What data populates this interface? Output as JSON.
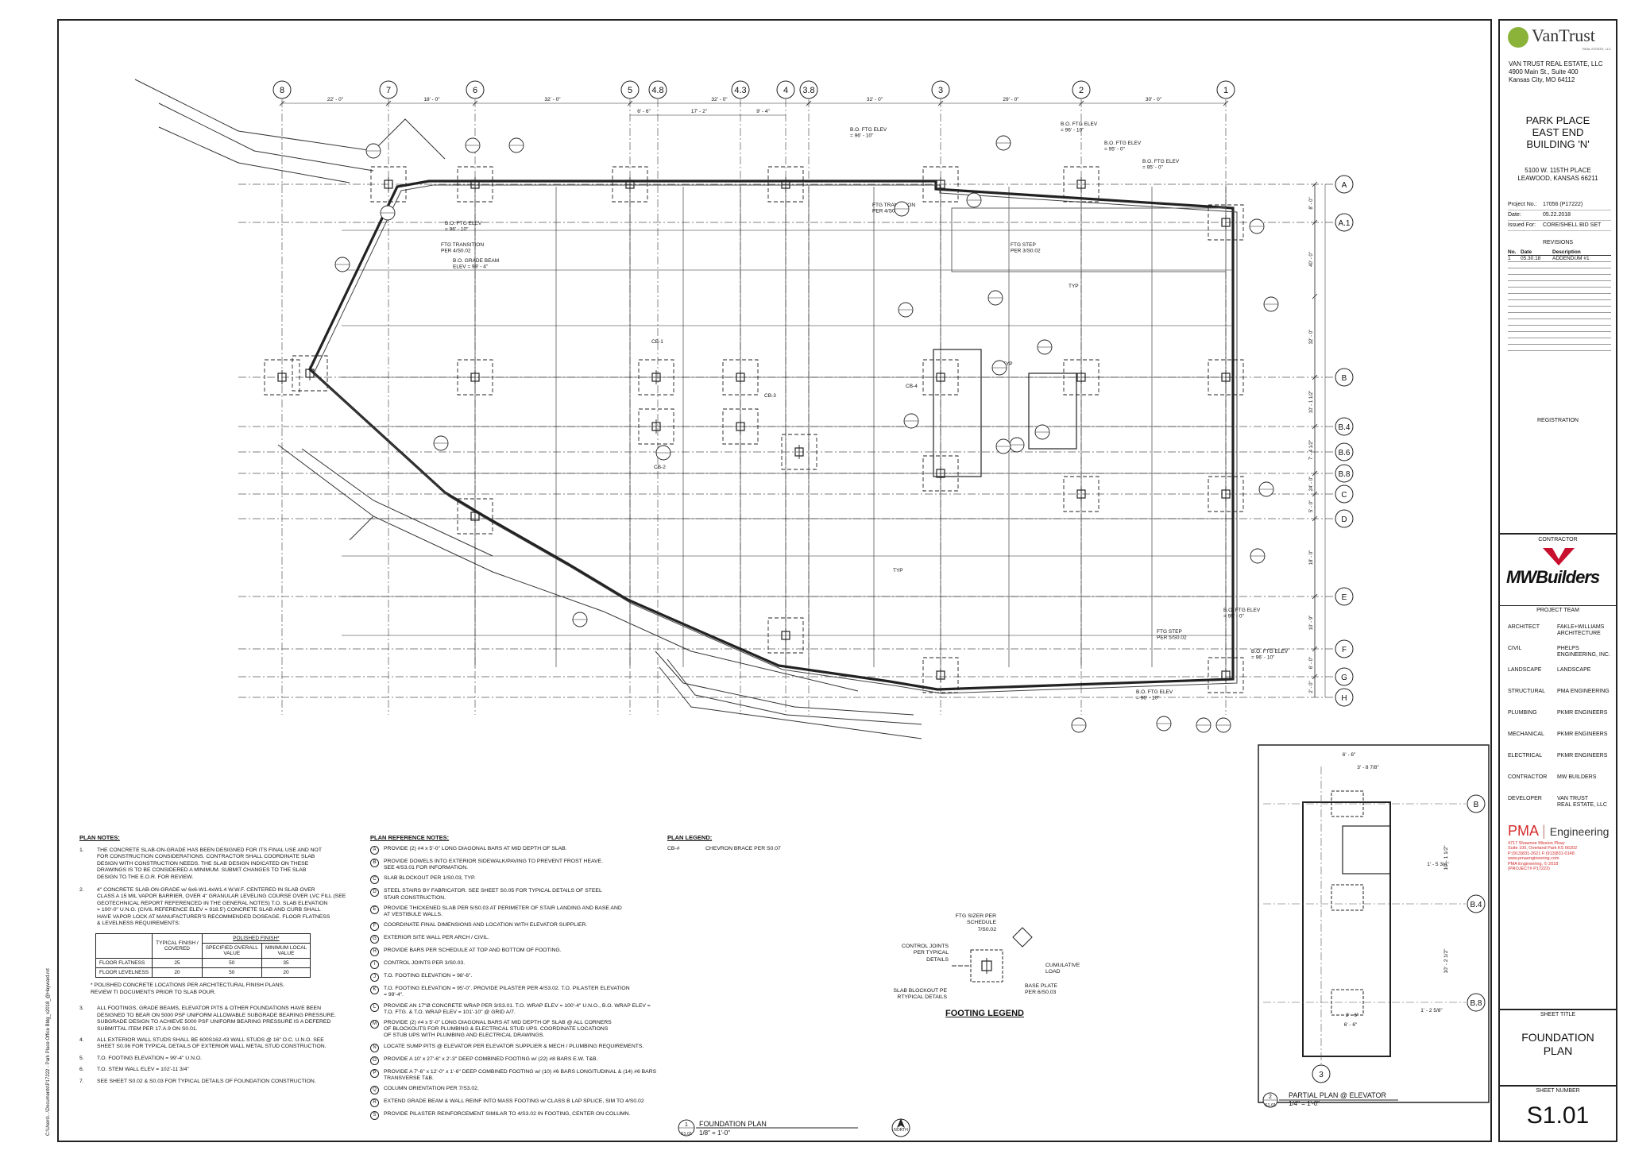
{
  "grid_columns": [
    "8",
    "7",
    "6",
    "5",
    "4.8",
    "4.3",
    "4",
    "3.8",
    "3",
    "2",
    "1"
  ],
  "grid_rows": [
    "A",
    "A.1",
    "B",
    "B.4",
    "B.6",
    "B.8",
    "C",
    "D",
    "E",
    "F",
    "G",
    "H"
  ],
  "dims_top": [
    "22' - 0\"",
    "18' - 0\"",
    "32' - 0\"",
    "32' - 0\"",
    "32' - 0\"",
    "29' - 0\"",
    "30' - 0\""
  ],
  "dims_sub": [
    "6' - 6\"",
    "17' - 2\"",
    "9' - 4\""
  ],
  "dims_right": [
    "8' - 0\"",
    "40' - 0\"",
    "32' - 0\"",
    "10' - 1 1/2\"",
    "7' - 4 1/2\"",
    "24' - 0\"",
    "5' - 0\"",
    "18' - 0\"",
    "10' - 9\"",
    "6' - 0\"",
    "2' - 0\""
  ],
  "plan_callouts": [
    "B.O. FTG ELEV\n= 96' - 10\"",
    "B.O. FTG ELEV\n= 96' - 10\"",
    "B.O. FTG ELEV\n= 95' - 0\"",
    "B.O. FTG ELEV\n= 95' - 0\"",
    "FTG TRANSITION\nPER 4/S0.02",
    "FTG TRANSITION\nPER 4/S0.02",
    "B.O. FTG ELEV\n= 96' - 10\"",
    "B.O. GRADE BEAM\nELEV = 99' - 4\"",
    "FTG STEP\nPER 3/S0.02",
    "FTG STEP\nPER 5/S0.02",
    "B.O. FTG ELEV\n= 95' - 0\"",
    "B.O. FTG ELEV\n= 96' - 10\"",
    "B.O. FTG ELEV\n= 96' - 10\"",
    "TYP",
    "TYP",
    "TYP",
    "CB-1",
    "CB-2",
    "CB-3",
    "CB-4"
  ],
  "plan_notes": {
    "heading": "PLAN NOTES:",
    "items": [
      {
        "num": "1.",
        "text": "THE CONCRETE SLAB-ON-GRADE HAS BEEN DESIGNED FOR ITS FINAL USE AND NOT\nFOR CONSTRUCTION CONSIDERATIONS.  CONTRACTOR SHALL COORDINATE SLAB\nDESIGN WITH CONSTRUCTION NEEDS.  THE SLAB DESIGN INDICATED ON THESE\nDRAWINGS IS TO BE CONSIDERED A MINIMUM.  SUBMIT CHANGES TO THE SLAB\nDESIGN TO THE E.O.R. FOR REVIEW."
      },
      {
        "num": "2.",
        "text": "4\" CONCRETE SLAB-ON-GRADE w/ 6x6-W1.4xW1.4 W.W.F. CENTERED IN SLAB OVER\nCLASS A 15 MIL VAPOR BARRIER, OVER 4\" GRANULAR LEVELING COURSE OVER LVC FILL (SEE\nGEOTECHNICAL REPORT REFERENCED IN THE GENERAL NOTES) T.O. SLAB ELEVATION\n= 100'-0\" U.N.O.  (CIVIL REFERENCE ELEV = 918.5')  CONCRETE SLAB AND CURB SHALL\nHAVE VAPOR LOCK AT MANUFACTURER'S RECOMMENDED DOSEAGE.  FLOOR FLATNESS\n& LEVELNESS REQUIREMENTS:"
      },
      {
        "num": "3.",
        "text": "ALL FOOTINGS, GRADE BEAMS, ELEVATOR PITS & OTHER FOUNDATIONS HAVE BEEN\nDESIGNED TO BEAR ON 5000 PSF UNIFORM ALLOWABLE SUBGRADE BEARING PRESSURE.\nSUBGRADE DESIGN TO ACHIEVE 5000 PSF UNIFORM BEARING PRESSURE IS A DEFERED\nSUBMITTAL ITEM PER 17.A.9 ON S0.01."
      },
      {
        "num": "4.",
        "text": "ALL EXTERIOR WALL STUDS SHALL BE 600S162-43 WALL STUDS @ 16\" O.C. U.N.O.  SEE\nSHEET S0.06 FOR TYPICAL DETAILS OF EXTERIOR WALL METAL STUD CONSTRUCTION."
      },
      {
        "num": "5.",
        "text": "T.O. FOOTING ELEVATION = 99'-4\" U.N.O."
      },
      {
        "num": "6.",
        "text": "T.O. STEM WALL ELEV = 102'-11 3/4\""
      },
      {
        "num": "7.",
        "text": "SEE SHEET S0.02 & S0.03 FOR TYPICAL DETAILS OF FOUNDATION CONSTRUCTION."
      }
    ],
    "footnote": "*      POLISHED CONCRETE LOCATIONS PER ARCHITECTURAL FINISH PLANS.\n        REVIEW TI DOCUMENTS PRIOR TO SLAB POUR.",
    "table": {
      "h1": "TYPICAL FINISH /\nCOVERED",
      "h2": "POLISHED FINISH*",
      "h2a": "SPECIFIED OVERALL\nVALUE",
      "h2b": "MINIMUM LOCAL\nVALUE",
      "rows": [
        {
          "label": "FLOOR FLATNESS",
          "a": "25",
          "b": "50",
          "c": "35"
        },
        {
          "label": "FLOOR LEVELNESS",
          "a": "20",
          "b": "50",
          "c": "20"
        }
      ]
    }
  },
  "plan_reference_notes": {
    "heading": "PLAN REFERENCE NOTES:",
    "items": [
      {
        "key": "A",
        "text": "PROVIDE (2) #4 x 5'-0\" LONG DIAGONAL BARS AT MID DEPTH OF SLAB."
      },
      {
        "key": "B",
        "text": "PROVIDE DOWELS INTO EXTERIOR SIDEWALK/PAVING TO PREVENT FROST HEAVE.\nSEE 4/S3.01 FOR INFORMATION."
      },
      {
        "key": "C",
        "text": "SLAB BLOCKOUT PER 1/S0.03, TYP."
      },
      {
        "key": "D",
        "text": "STEEL STAIRS BY FABRICATOR.  SEE SHEET S0.05 FOR TYPICAL DETAILS OF STEEL\nSTAIR CONSTRUCTION."
      },
      {
        "key": "E",
        "text": "PROVIDE THICKENED SLAB PER 5/S0.03 AT PERIMETER OF STAIR LANDING AND BASE AND\nAT VESTIBULE WALLS."
      },
      {
        "key": "F",
        "text": "COORDINATE FINAL DIMENSIONS AND LOCATION WITH ELEVATOR SUPPLIER."
      },
      {
        "key": "G",
        "text": "EXTERIOR SITE WALL PER ARCH / CIVIL."
      },
      {
        "key": "H",
        "text": "PROVIDE BARS PER SCHEDULE AT TOP AND BOTTOM OF FOOTING."
      },
      {
        "key": "I",
        "text": "CONTROL JOINTS PER 3/S0.03."
      },
      {
        "key": "J",
        "text": "T.O. FOOTING ELEVATION = 98'-6\"."
      },
      {
        "key": "K",
        "text": "T.O. FOOTING ELEVATION = 95'-0\".  PROVIDE PILASTER PER 4/S3.02.  T.O. PILASTER ELEVATION\n= 99'-4\"."
      },
      {
        "key": "L",
        "text": "PROVIDE AN 17\"Ø CONCRETE WRAP PER 3/S3.01.  T.O. WRAP ELEV = 100'-4\" U.N.O., B.O. WRAP ELEV =\nT.O. FTG. & T.O. WRAP ELEV = 101'-10\" @ GRID A/7."
      },
      {
        "key": "M",
        "text": "PROVIDE (2) #4 x 5'-0\" LONG DIAGONAL BARS AT MID DEPTH OF SLAB @ ALL CORNERS\nOF BLOCKOUTS FOR PLUMBING & ELECTRICAL STUD UPS.  COORDINATE LOCATIONS\nOF STUB UPS WITH PLUMBING AND ELECTRICAL DRAWINGS."
      },
      {
        "key": "N",
        "text": "LOCATE SUMP PITS @ ELEVATOR PER ELEVATOR SUPPLIER & MECH / PLUMBING REQUIREMENTS."
      },
      {
        "key": "O",
        "text": "PROVIDE A 10' x 27'-6\" x 2'-3\" DEEP COMBINED FOOTING w/ (22) #8 BARS E.W. T&B."
      },
      {
        "key": "P",
        "text": "PROVIDE A 7'-6\" x 12'-0\" x 1'-6\" DEEP COMBINED FOOTING w/ (10) #6 BARS LONGITUDINAL & (14) #6 BARS\nTRANSVERSE T&B."
      },
      {
        "key": "Q",
        "text": "COLUMN ORIENTATION PER 7/S3.02."
      },
      {
        "key": "R",
        "text": "EXTEND GRADE BEAM & WALL REINF INTO MASS FOOTING w/ CLASS B LAP SPLICE, SIM TO 4/S0.02"
      },
      {
        "key": "S",
        "text": "PROVIDE PILASTER REINFORCEMENT SIMILAR TO 4/S3.02 IN FOOTING, CENTER ON COLUMN."
      }
    ]
  },
  "plan_legend": {
    "heading": "PLAN LEGEND:",
    "key": "CB-#",
    "value": "CHEVRON BRACE PER S0.07"
  },
  "footing_legend": {
    "title": "FOOTING LEGEND",
    "labels": {
      "ftg_size": "FTG SIZER PER\nSCHEDULE\n7/S0.02",
      "control_joints": "CONTROL JOINTS\nPER TYPICAL\nDETAILS",
      "cumulative": "CUMULATIVE\nLOAD",
      "base_plate": "BASE PLATE\nPER 6/S0.03",
      "slab_blockout": "SLAB BLOCKOUT PE\nRTYPICAL DETAILS"
    }
  },
  "drawing_titles": {
    "main_num": "1",
    "main_sheet": "S1.01",
    "main_title": "FOUNDATION PLAN",
    "main_scale": "1/8\" = 1'-0\"",
    "north": "NORTH",
    "partial_num": "2",
    "partial_sheet": "S1.01",
    "partial_title": "PARTIAL PLAN @ ELEVATOR",
    "partial_scale": "1/4\" = 1'-0\""
  },
  "partial_plan": {
    "grid_col": "3",
    "grid_rows": [
      "B",
      "B.4",
      "B.8"
    ],
    "dims": [
      "6' - 6\"",
      "3' - 8 7/8\"",
      "1' - 5 3/4\"",
      "10' - 1 1/2\"",
      "10' - 2 1/2\"",
      "1' - 2 5/8\"",
      "3' - 6\"",
      "6' - 6\""
    ]
  },
  "side_text": "C:\\Users\\...\\Documents\\P17222 - Park Place Office Bldg_v2018_@Hayward.rvt",
  "titleblock": {
    "logo_text": "VanTrust",
    "logo_sub": "REAL ESTATE, LLC",
    "address": [
      "VAN TRUST REAL ESTATE, LLC",
      "4900 Main St., Suite 400",
      "Kansas City, MO 64112"
    ],
    "project_name": [
      "PARK PLACE",
      "EAST END",
      "BUILDING 'N'"
    ],
    "project_address": [
      "5100 W. 115TH PLACE",
      "LEAWOOD, KANSAS 66211"
    ],
    "project_no_label": "Project No.:",
    "project_no": "17056 (P17222)",
    "date_label": "Date:",
    "date": "05.22.2018",
    "issued_label": "Issued For:",
    "issued": "CORE/SHELL BID SET",
    "revisions_label": "REVISIONS",
    "rev_headers": [
      "No.",
      "Date",
      "Description"
    ],
    "revisions": [
      {
        "no": "1",
        "date": "05.30.18",
        "desc": "ADDENDUM #1"
      }
    ],
    "registration_label": "REGISTRATION",
    "contractor_label": "CONTRACTOR",
    "contractor_logo": "MWBuilders",
    "project_team_label": "PROJECT TEAM",
    "team": [
      {
        "role": "ARCHITECT",
        "name": "FAKLE+WILLIAMS\nARCHITECTURE"
      },
      {
        "role": "CIVIL",
        "name": "PHELPS\nENGINEERING, INC."
      },
      {
        "role": "LANDSCAPE",
        "name": "LANDSCAPE"
      },
      {
        "role": "STRUCTURAL",
        "name": "PMA ENGINEERING"
      },
      {
        "role": "PLUMBING",
        "name": "PKMR ENGINEERS"
      },
      {
        "role": "MECHANICAL",
        "name": "PKMR ENGINEERS"
      },
      {
        "role": "ELECTRICAL",
        "name": "PKMR ENGINEERS"
      },
      {
        "role": "CONTRACTOR",
        "name": "MW BUILDERS"
      },
      {
        "role": "DEVELOPER",
        "name": "VAN TRUST\nREAL ESTATE, LLC"
      }
    ],
    "pma_logo": "PMA",
    "pma_logo2": "Engineering",
    "pma_text": "4717 Shawnee Mission Pkwy\nSuite 100, Overland Park KS 66202\nP:(913)831-2621 F:(913)831-0148\nwww.pmaengineering.com\nPMA Engineering, © 2018\n(PROJECT# P17222)",
    "sheet_title_label": "SHEET TITLE",
    "sheet_title": [
      "FOUNDATION",
      "PLAN"
    ],
    "sheet_number_label": "SHEET NUMBER",
    "sheet_number": "S1.01"
  },
  "colors": {
    "line": "#222222",
    "accent_green": "#8bb33a",
    "mw_red": "#c8102e",
    "pma_red": "#d42a2a"
  }
}
